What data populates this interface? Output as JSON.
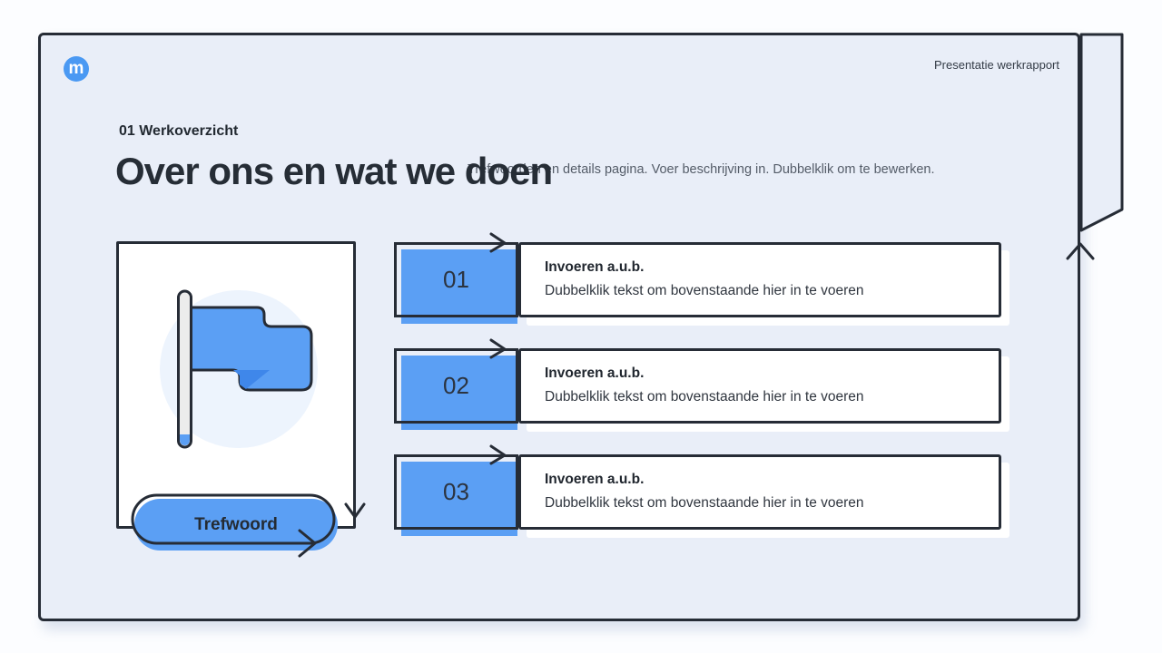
{
  "app": {
    "doc_label": "Presentatie werkrapport",
    "logo_letter": "m"
  },
  "header": {
    "kicker": "01 Werkoverzicht",
    "title": "Over ons en wat we doen",
    "subtitle": "Trefwoorden en details pagina. Voer beschrijving in. Dubbelklik om te bewerken."
  },
  "keyword_card": {
    "label": "Trefwoord",
    "icon": "flag-icon"
  },
  "rows": [
    {
      "number": "01",
      "title": "Invoeren a.u.b.",
      "description": "Dubbelklik tekst om bovenstaande hier in te voeren"
    },
    {
      "number": "02",
      "title": "Invoeren a.u.b.",
      "description": "Dubbelklik tekst om bovenstaande hier in te voeren"
    },
    {
      "number": "03",
      "title": "Invoeren a.u.b.",
      "description": "Dubbelklik tekst om bovenstaande hier in te voeren"
    }
  ],
  "colors": {
    "slide_bg": "#e9eef8",
    "ink": "#262c36",
    "accent_blue": "#5b9ff4",
    "accent_blue_dark": "#3f87ea",
    "logo_blue": "#4a99f3",
    "circle_bg": "#edf4fd"
  }
}
